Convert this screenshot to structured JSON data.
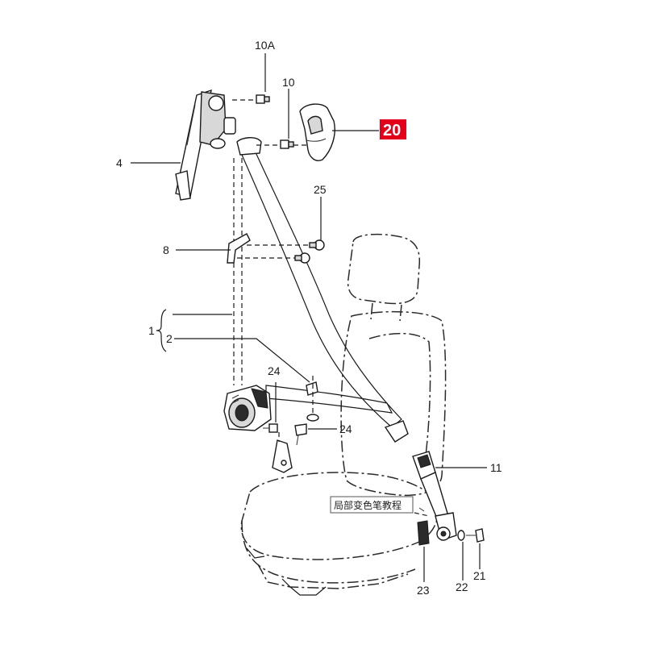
{
  "callouts": {
    "c10a": "10A",
    "c10": "10",
    "c20": "20",
    "c4": "4",
    "c25": "25",
    "c8": "8",
    "c1": "1",
    "c2": "2",
    "c24a": "24",
    "c24b": "24",
    "c11": "11",
    "c23": "23",
    "c22": "22",
    "c21": "21"
  },
  "note": "局部变色笔教程",
  "colors": {
    "highlight": "#e3001b",
    "ink": "#1a1a1a"
  }
}
